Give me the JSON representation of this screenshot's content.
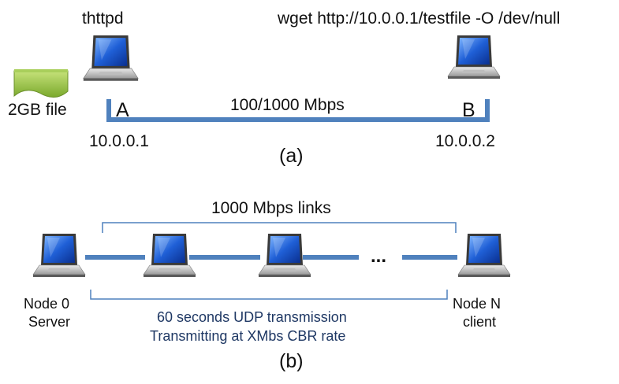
{
  "colors": {
    "link": "#4f81bd",
    "bracket": "#4f81bd",
    "label_dark": "#111111",
    "label_blue": "#1f3864",
    "file_icon": "#8fc23f"
  },
  "panel_a": {
    "server_cmd": "thttpd",
    "client_cmd": "wget  http://10.0.0.1/testfile -O /dev/null",
    "file_label": "2GB file",
    "node_a": "A",
    "node_b": "B",
    "link_speed": "100/1000 Mbps",
    "ip_a": "10.0.0.1",
    "ip_b": "10.0.0.2",
    "caption": "(a)",
    "icons": [
      "laptop-icon",
      "laptop-icon",
      "file-icon"
    ]
  },
  "panel_b": {
    "links_label": "1000 Mbps links",
    "node0_line1": "Node 0",
    "node0_line2": "Server",
    "nodeN_line1": "Node N",
    "nodeN_line2": "client",
    "ellipsis": "...",
    "desc_line1": "60 seconds  UDP transmission",
    "desc_line2": "Transmitting at XMbs  CBR rate",
    "caption": "(b)",
    "icons": [
      "laptop-icon",
      "laptop-icon",
      "laptop-icon",
      "laptop-icon"
    ]
  }
}
